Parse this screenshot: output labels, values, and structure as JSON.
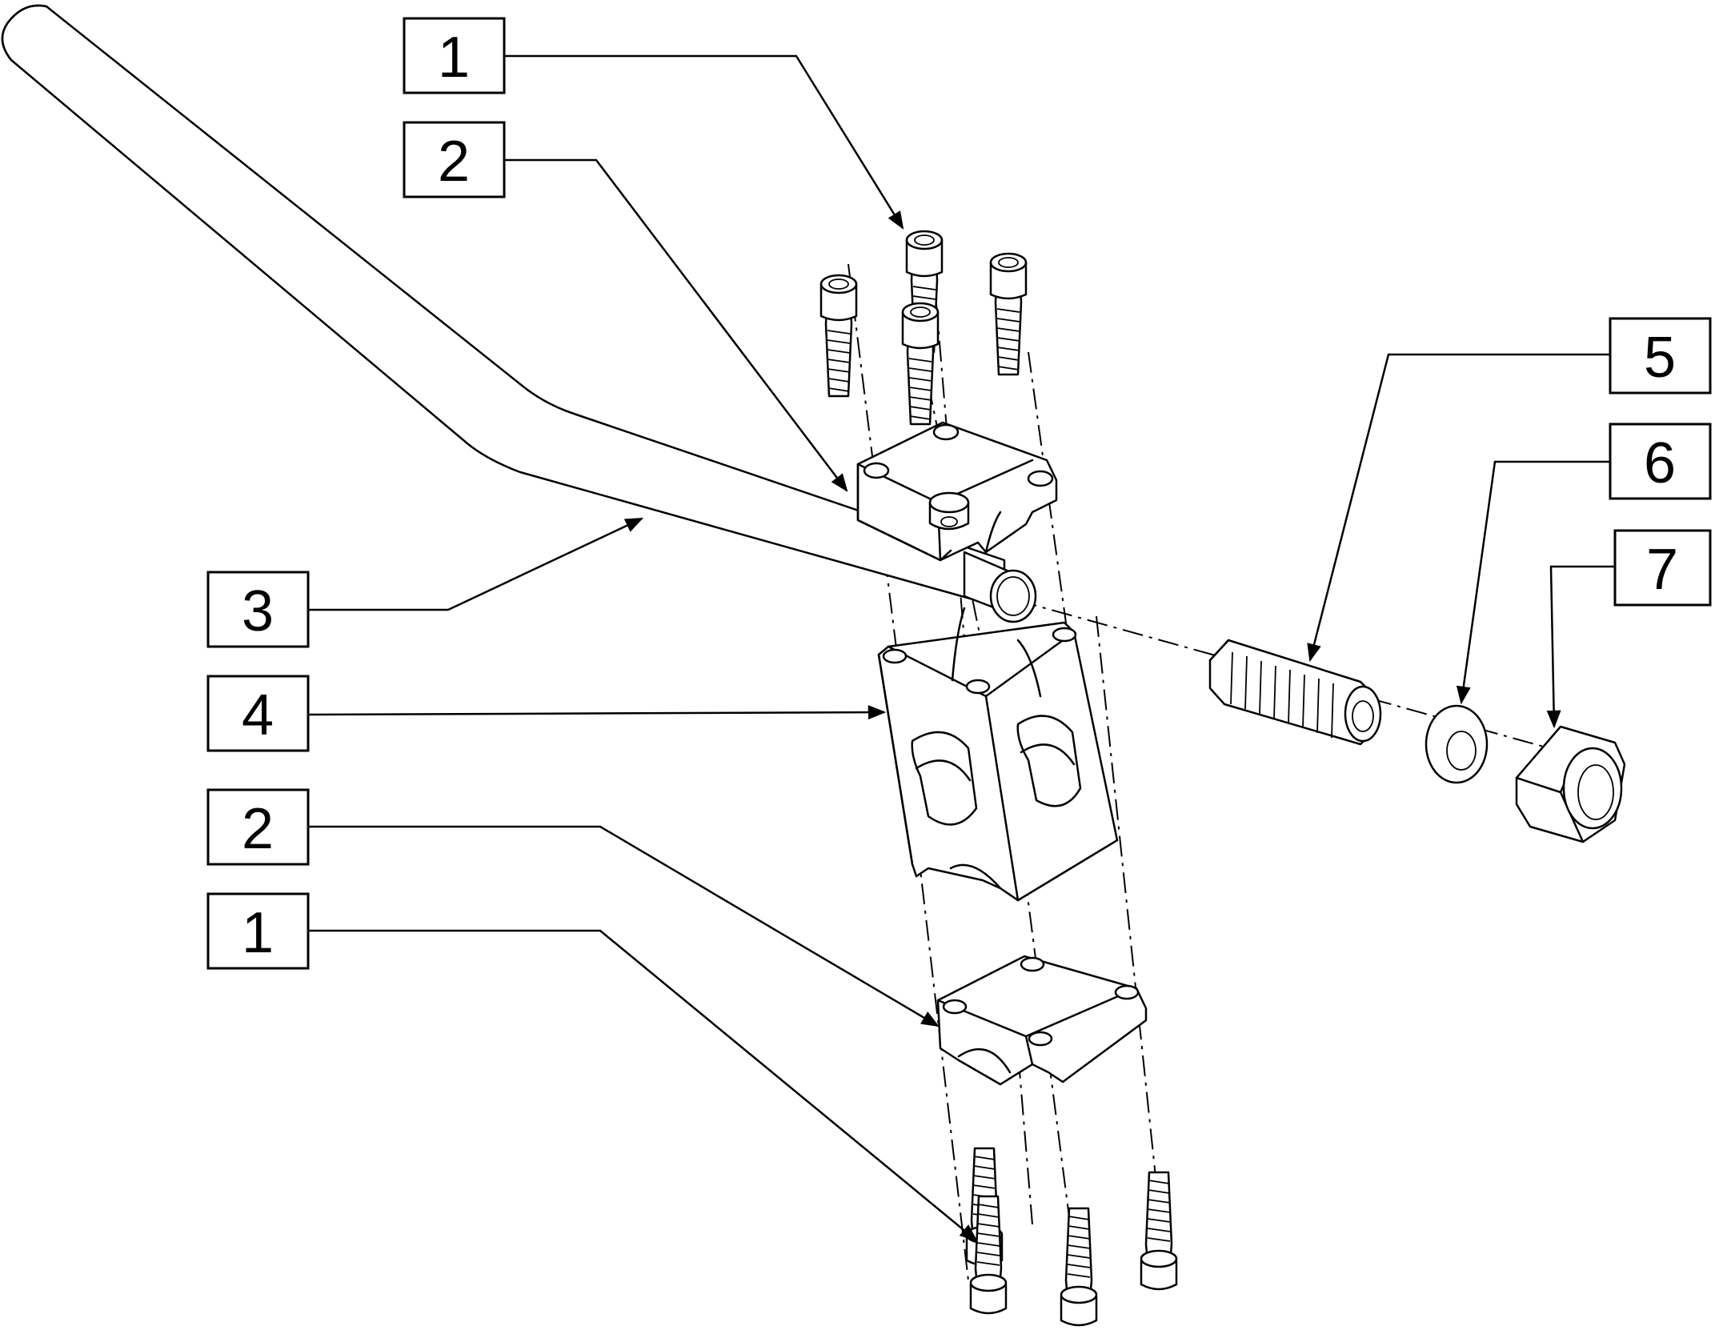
{
  "diagram": {
    "callouts": [
      {
        "id": "c1a",
        "label": "1"
      },
      {
        "id": "c2a",
        "label": "2"
      },
      {
        "id": "c3",
        "label": "3"
      },
      {
        "id": "c4",
        "label": "4"
      },
      {
        "id": "c2b",
        "label": "2"
      },
      {
        "id": "c1b",
        "label": "1"
      },
      {
        "id": "c5",
        "label": "5"
      },
      {
        "id": "c6",
        "label": "6"
      },
      {
        "id": "c7",
        "label": "7"
      }
    ],
    "colors": {
      "line": "#000000",
      "background": "#ffffff"
    }
  }
}
